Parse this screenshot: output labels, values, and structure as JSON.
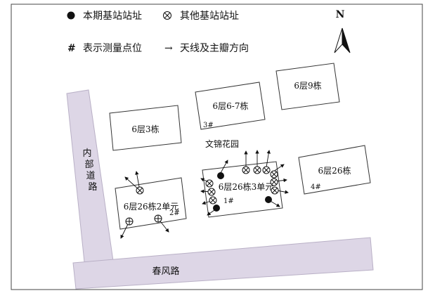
{
  "legend": {
    "current_site": "本期基站站址",
    "other_site": "其他基站站址",
    "measure_point_symbol": "#",
    "measure_point": "表示测量点位",
    "antenna_arrow": "→",
    "antenna_direction": "天线及主瓣方向"
  },
  "compass": {
    "label": "N"
  },
  "roads": {
    "inner_road": [
      "内",
      "部",
      "道",
      "路"
    ],
    "chunfeng_road": "春风路"
  },
  "garden_label": "文锦花园",
  "buildings": {
    "b3": "6层3栋",
    "b67": "6层6-7栋",
    "b9": "6层9栋",
    "b26_right": "6层26栋",
    "b26_2": "6层26栋2单元",
    "b26_3": "6层26栋3单元"
  },
  "points": {
    "p1": "1#",
    "p2": "2#",
    "p3": "3#",
    "p4": "4#"
  },
  "colors": {
    "road_fill": "#ddd6e6",
    "road_stroke": "#b9b0c6",
    "line": "#111111"
  }
}
